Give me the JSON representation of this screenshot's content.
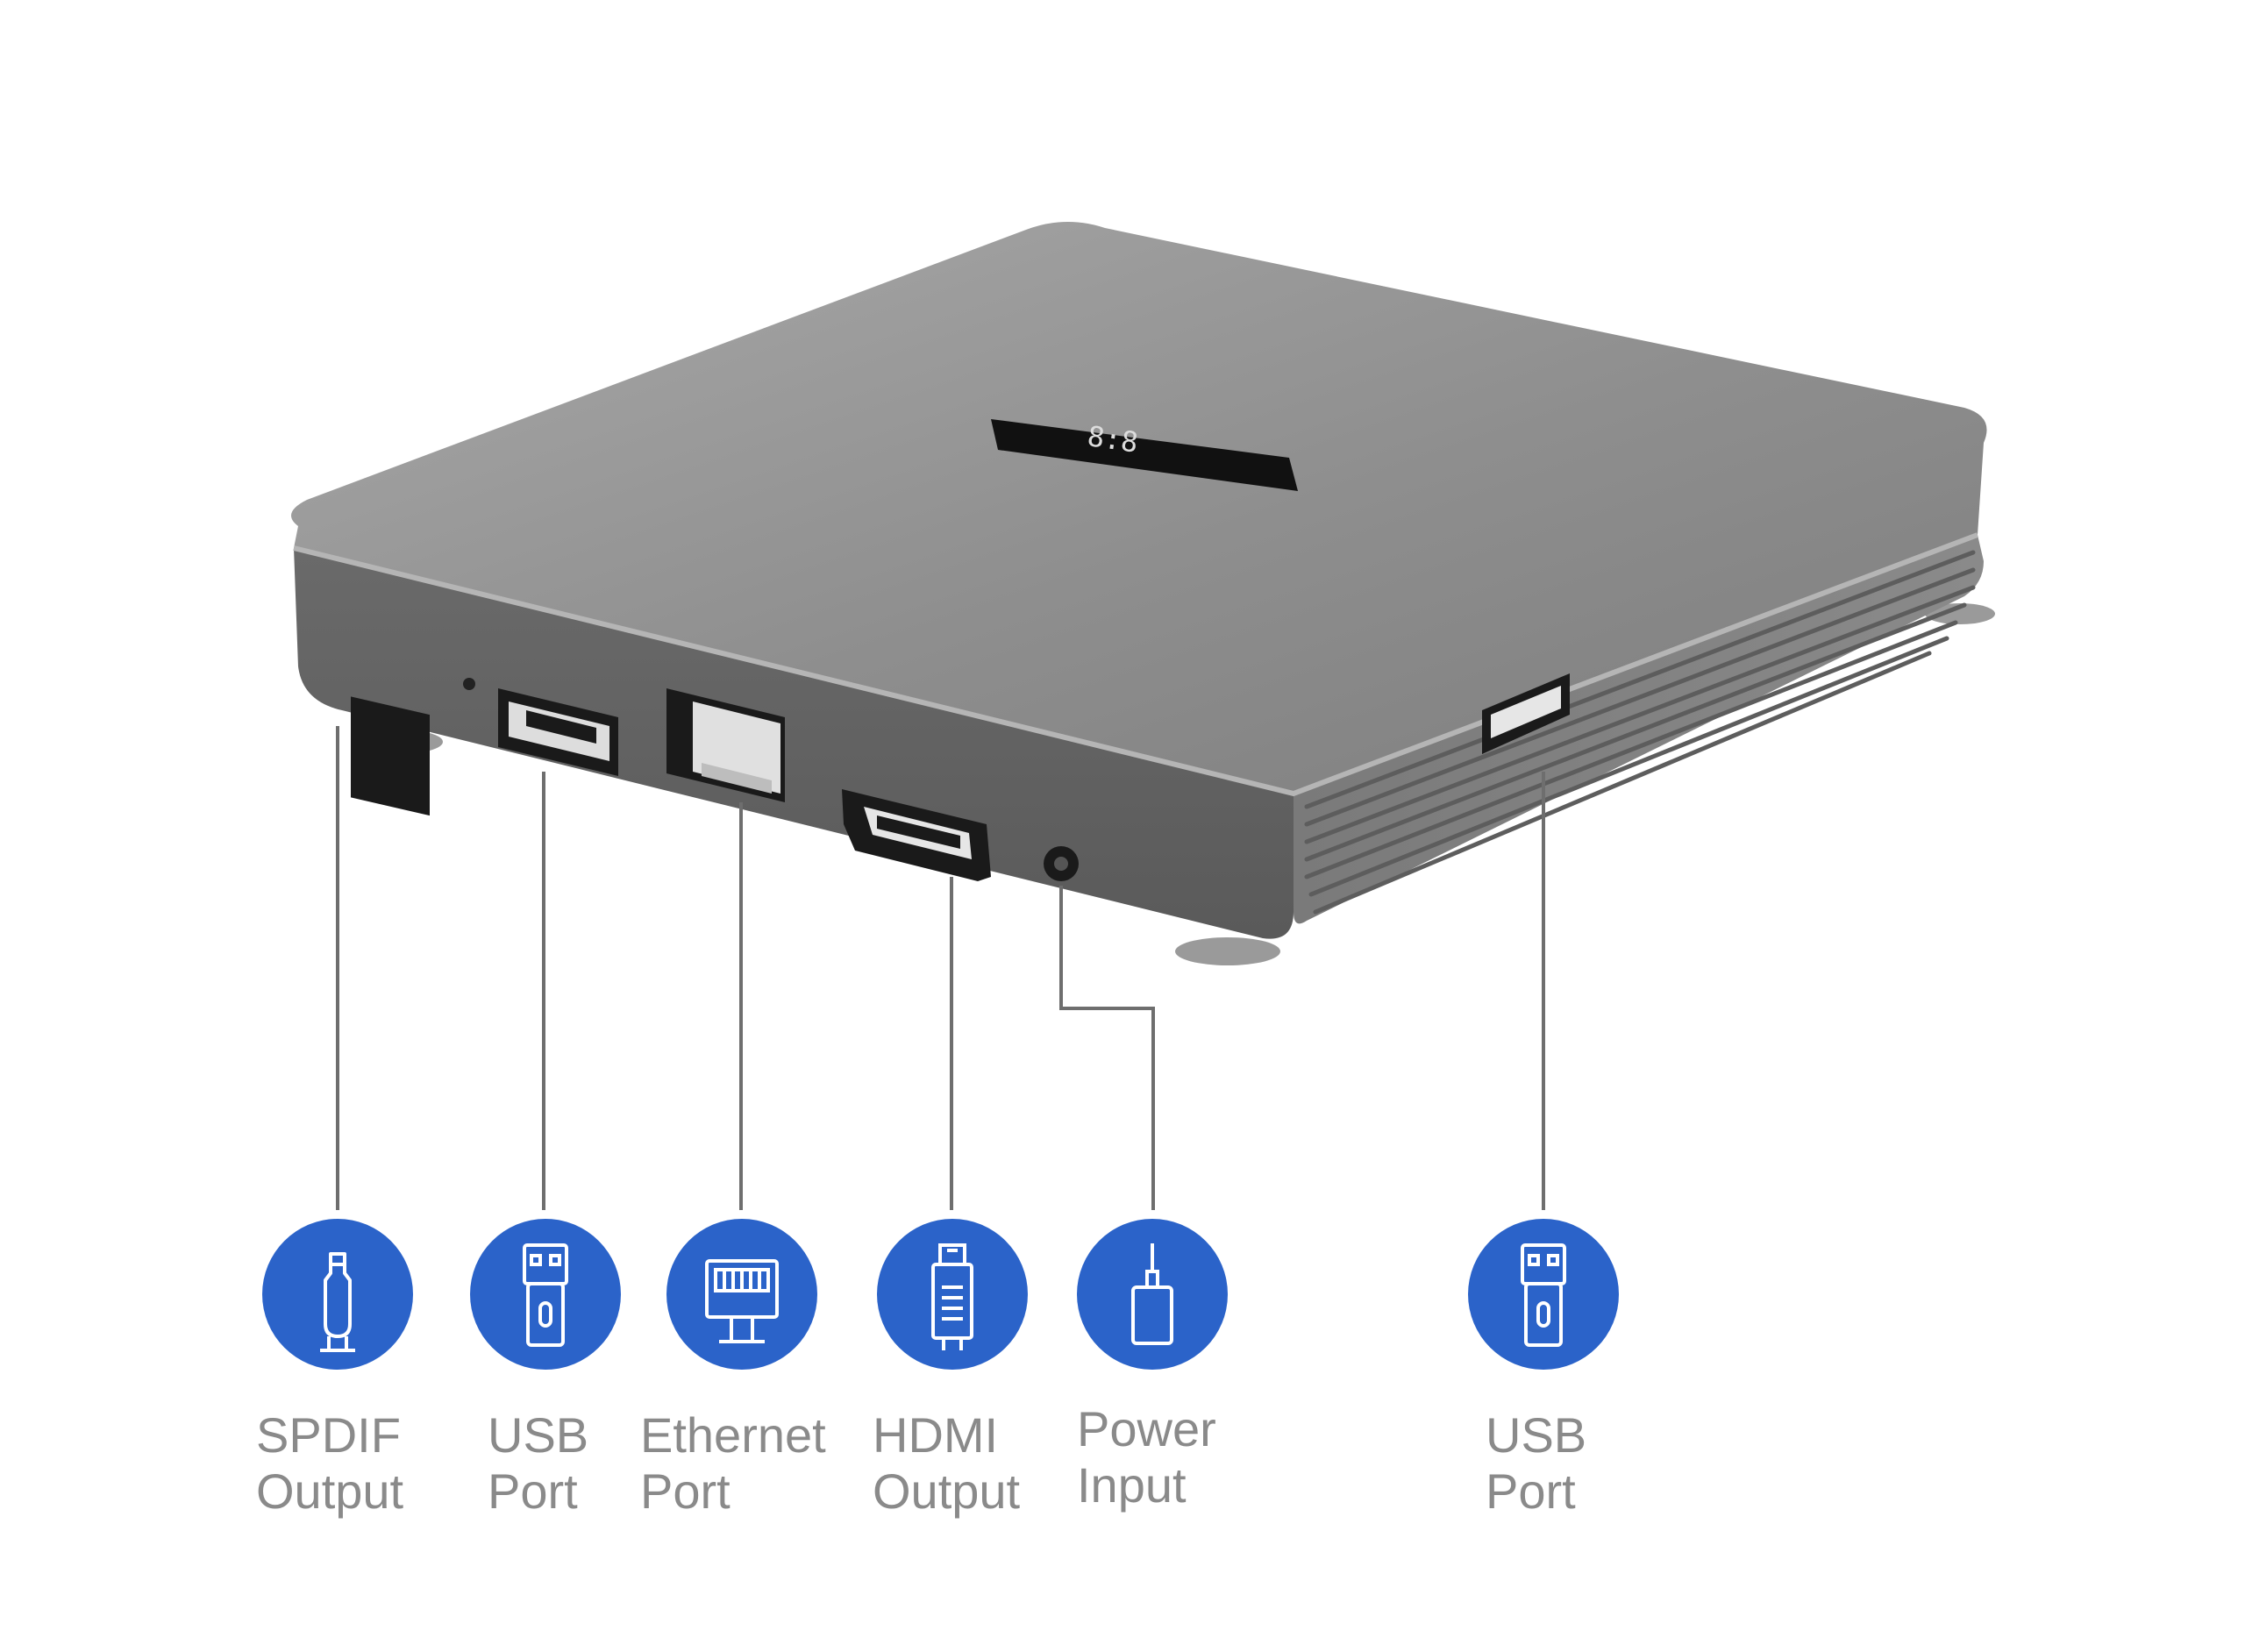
{
  "device": {
    "display_text": "8:8",
    "color": "#8a8a8a",
    "accent": "#2b63c9"
  },
  "ports": [
    {
      "line1": "SPDIF",
      "line2": "Output",
      "icon": "spdif-optical-icon"
    },
    {
      "line1": "USB",
      "line2": "Port",
      "icon": "usb-icon"
    },
    {
      "line1": "Ethernet",
      "line2": "Port",
      "icon": "ethernet-icon"
    },
    {
      "line1": "HDMI",
      "line2": "Output",
      "icon": "hdmi-icon"
    },
    {
      "line1": "Power",
      "line2": "Input",
      "icon": "power-plug-icon"
    },
    {
      "line1": "USB",
      "line2": "Port",
      "icon": "usb-icon"
    }
  ]
}
